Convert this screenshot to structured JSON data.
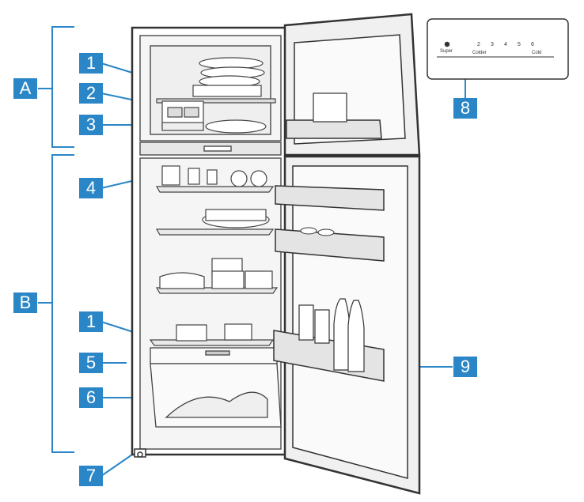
{
  "colors": {
    "callout_fill": "#2a86c7",
    "callout_text": "#ffffff",
    "outline": "#333333",
    "interior_fill": "#f2f2f2",
    "door_fill": "#ececec"
  },
  "callouts": {
    "A": "A",
    "B": "B",
    "n1_top": "1",
    "n2": "2",
    "n3": "3",
    "n4": "4",
    "n1_bottom": "1",
    "n5": "5",
    "n6": "6",
    "n7": "7",
    "n8": "8",
    "n9": "9"
  },
  "control_panel": {
    "digits": [
      "2",
      "3",
      "4",
      "5",
      "6"
    ],
    "small_left": "Super",
    "small_mid": "Colder",
    "small_right": "Cold"
  }
}
